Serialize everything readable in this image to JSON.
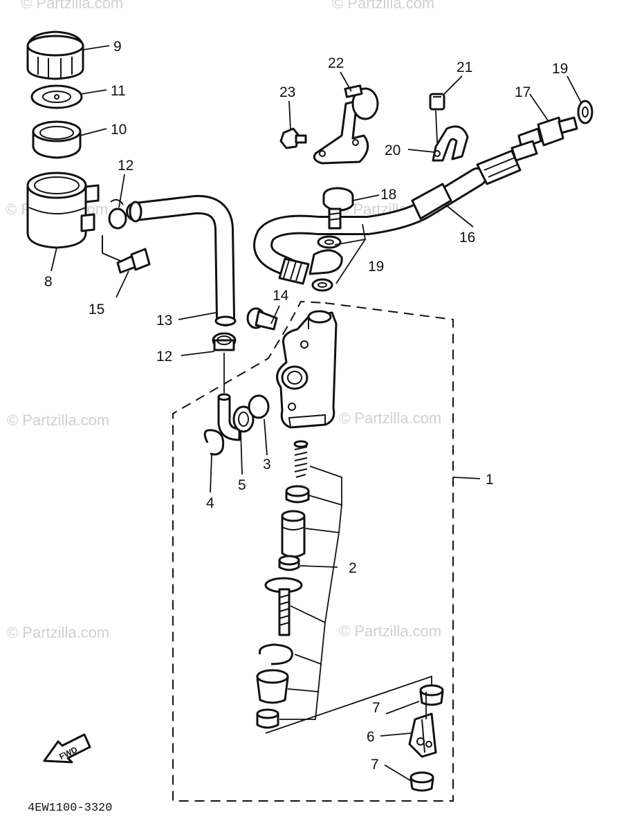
{
  "diagram": {
    "code": "4EW1100-3320",
    "fwd_label": "FWD",
    "watermark": "© Partzilla.com",
    "callouts": {
      "p1": "1",
      "p2": "2",
      "p3": "3",
      "p4": "4",
      "p5": "5",
      "p6": "6",
      "p7a": "7",
      "p7b": "7",
      "p8": "8",
      "p9": "9",
      "p10": "10",
      "p11": "11",
      "p12a": "12",
      "p12b": "12",
      "p13": "13",
      "p14": "14",
      "p15": "15",
      "p16": "16",
      "p17": "17",
      "p18": "18",
      "p19a": "19",
      "p19b": "19",
      "p20": "20",
      "p21": "21",
      "p22": "22",
      "p23": "23"
    }
  }
}
